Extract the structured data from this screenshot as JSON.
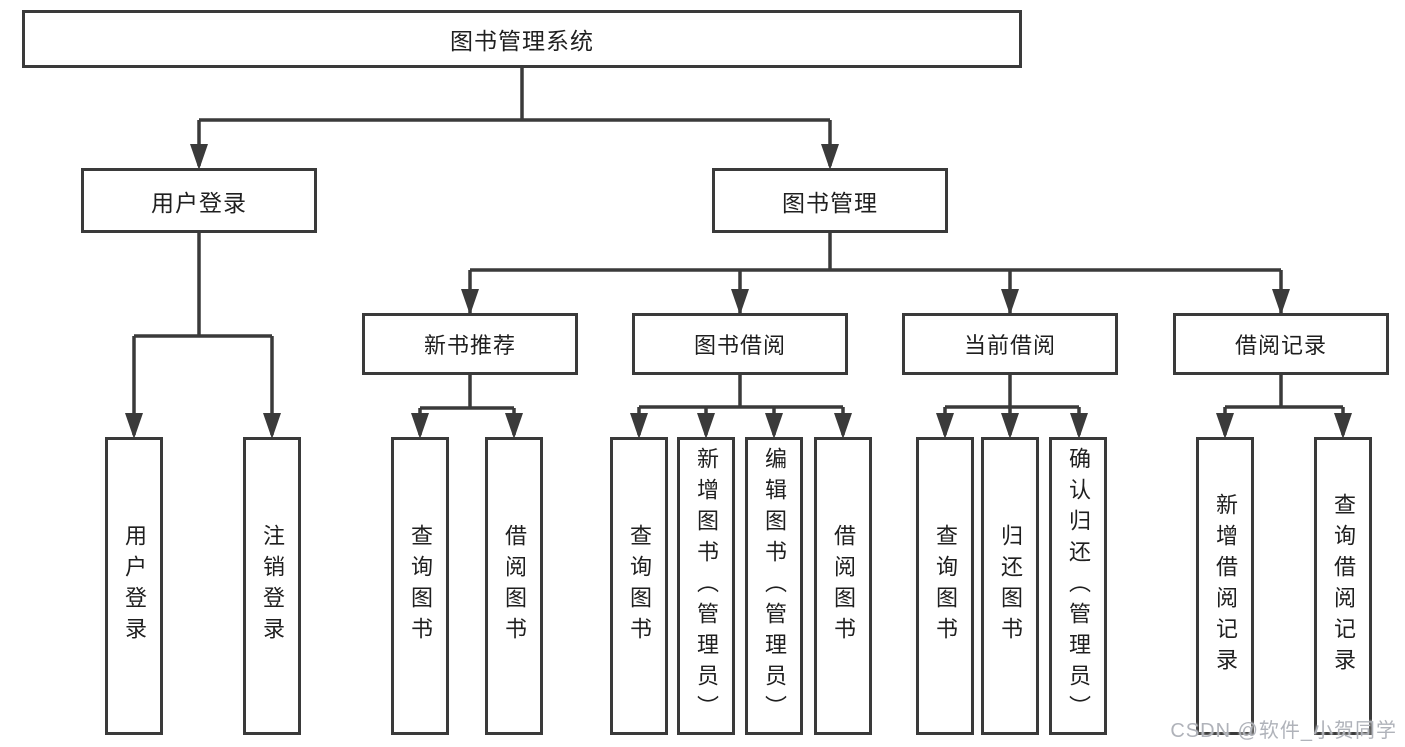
{
  "diagram": {
    "nodes": {
      "root": "图书管理系统",
      "user_login": "用户登录",
      "book_mgmt": "图书管理",
      "new_books": "新书推荐",
      "book_borrow": "图书借阅",
      "current_borrow": "当前借阅",
      "borrow_records": "借阅记录",
      "leaf_user_login": "用户登录",
      "leaf_logout": "注销登录",
      "leaf_nb_query": "查询图书",
      "leaf_nb_borrow": "借阅图书",
      "leaf_bb_query": "查询图书",
      "leaf_bb_add": "新增图书（管理员）",
      "leaf_bb_edit": "编辑图书（管理员）",
      "leaf_bb_borrow": "借阅图书",
      "leaf_cb_query": "查询图书",
      "leaf_cb_return": "归还图书",
      "leaf_cb_confirm": "确认归还（管理员）",
      "leaf_br_add": "新增借阅记录",
      "leaf_br_query": "查询借阅记录"
    }
  },
  "watermark": "CSDN @软件_小贺同学",
  "colors": {
    "line": "#3a3a3a",
    "text": "#1f1f1f",
    "watermark": "#b0b3ba",
    "background": "#ffffff"
  }
}
